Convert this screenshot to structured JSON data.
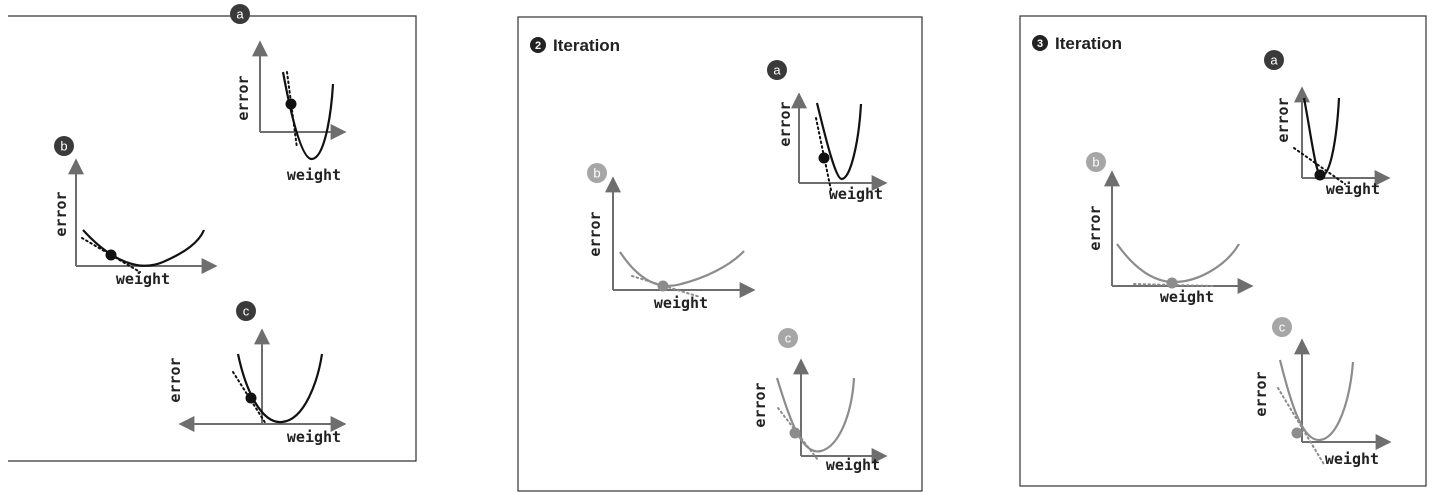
{
  "palette": {
    "active": "#111111",
    "inactive": "#8c8c8c",
    "badge_active": "#3a3a3a",
    "badge_inactive": "#a6a6a6",
    "frame": "#333333"
  },
  "labels": {
    "x_axis": "weight",
    "y_axis": "error"
  },
  "panels": [
    {
      "id": "panel-1",
      "title": "",
      "number": "",
      "graphs": [
        {
          "id": "a",
          "badge": "a",
          "variant": "wide-left",
          "active": true
        },
        {
          "id": "b",
          "badge": "b",
          "variant": "wide-left",
          "active": true
        },
        {
          "id": "c",
          "badge": "c",
          "variant": "cross",
          "active": true
        }
      ]
    },
    {
      "id": "panel-2",
      "title": "Iteration",
      "number": "2",
      "graphs": [
        {
          "id": "a",
          "badge": "a",
          "variant": "narrow",
          "active": true
        },
        {
          "id": "b",
          "badge": "b",
          "variant": "wide-left",
          "active": false
        },
        {
          "id": "c",
          "badge": "c",
          "variant": "narrow",
          "active": false
        }
      ]
    },
    {
      "id": "panel-3",
      "title": "Iteration",
      "number": "3",
      "graphs": [
        {
          "id": "a",
          "badge": "a",
          "variant": "narrow",
          "active": true
        },
        {
          "id": "b",
          "badge": "b",
          "variant": "wide-left",
          "active": false
        },
        {
          "id": "c",
          "badge": "c",
          "variant": "narrow",
          "active": false
        }
      ]
    }
  ]
}
